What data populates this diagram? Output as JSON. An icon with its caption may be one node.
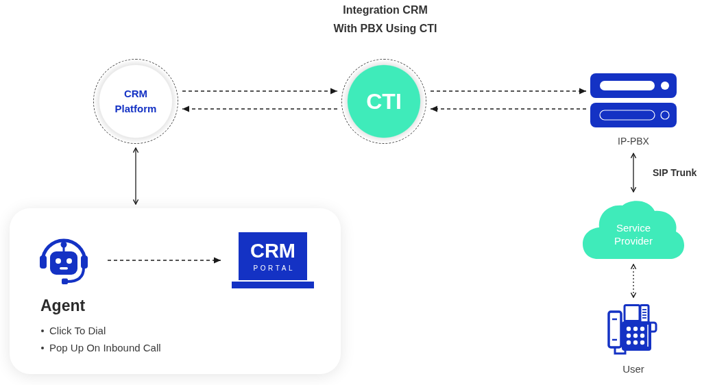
{
  "diagram": {
    "title": "Integration CRM With PBX Using CTI",
    "nodes": [
      {
        "text": [
          "CRM Platform"
        ]
      },
      {
        "text": [
          "CTI"
        ]
      },
      {
        "text": [],
        "shape": "picture",
        "beside": [
          "IP-PBX"
        ]
      },
      {
        "text": [
          "Service Provider"
        ]
      },
      {
        "text": [
          "Agent",
          "Click To Dial",
          "Pop Up On Inbound Call"
        ]
      },
      {
        "text": [],
        "shape": "picture",
        "in": 4
      },
      {
        "text": [
          "CRM",
          "PORTAL"
        ],
        "in": 4
      },
      {
        "text": [],
        "shape": "picture",
        "beside": [
          "User"
        ]
      }
    ],
    "edges": [
      {
        "from": 0,
        "to": 1,
        "arrow": "to",
        "style": "dashed"
      },
      {
        "from": 1,
        "to": 0,
        "arrow": "to",
        "style": "dashed"
      },
      {
        "from": 1,
        "to": 2,
        "arrow": "to",
        "style": "dashed"
      },
      {
        "from": 2,
        "to": 1,
        "arrow": "to",
        "style": "dashed"
      },
      {
        "from": 0,
        "to": 4,
        "arrow": "both"
      },
      {
        "from": 2,
        "to": 3,
        "arrow": "both",
        "label": "SIP Trunk"
      },
      {
        "from": 3,
        "to": 7,
        "arrow": "both",
        "style": "dashed"
      },
      {
        "from": 5,
        "to": 6,
        "arrow": "to",
        "style": "dashed"
      }
    ]
  }
}
